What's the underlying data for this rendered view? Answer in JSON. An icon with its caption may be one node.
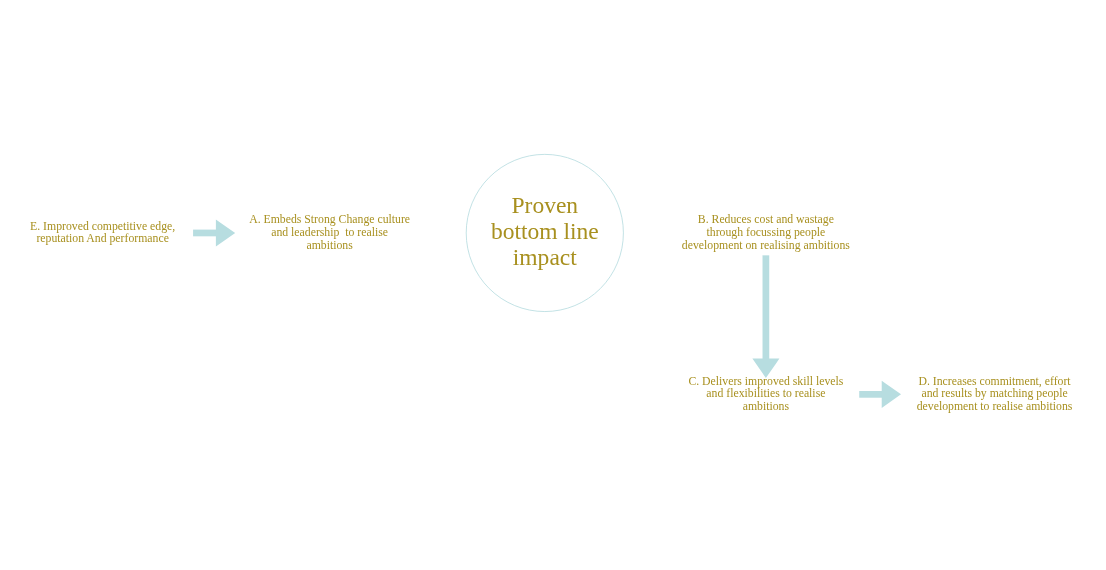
{
  "diagram": {
    "nodes": [
      {
        "text": [
          "A. Embeds Strong Change culture and leadership  to realise ambitions"
        ]
      },
      {
        "text": [
          "B. Reduces cost and wastage through focussing people development on realising ambitions"
        ]
      },
      {
        "text": [
          "E. Improved competitive edge, reputation And performance"
        ]
      },
      {
        "text": [
          "Proven bottom line impact"
        ]
      },
      {
        "text": [
          "D. Increases commitment, effort and results by matching people development to realise ambitions"
        ]
      },
      {
        "text": [
          "C. Delivers improved skill levels and flexibilities to realise ambitions"
        ]
      }
    ],
    "edges": [
      {
        "from": 2,
        "to": 0,
        "arrow": "to"
      },
      {
        "from": 1,
        "to": 5,
        "arrow": "to"
      },
      {
        "from": 5,
        "to": 4,
        "arrow": "to"
      }
    ]
  }
}
